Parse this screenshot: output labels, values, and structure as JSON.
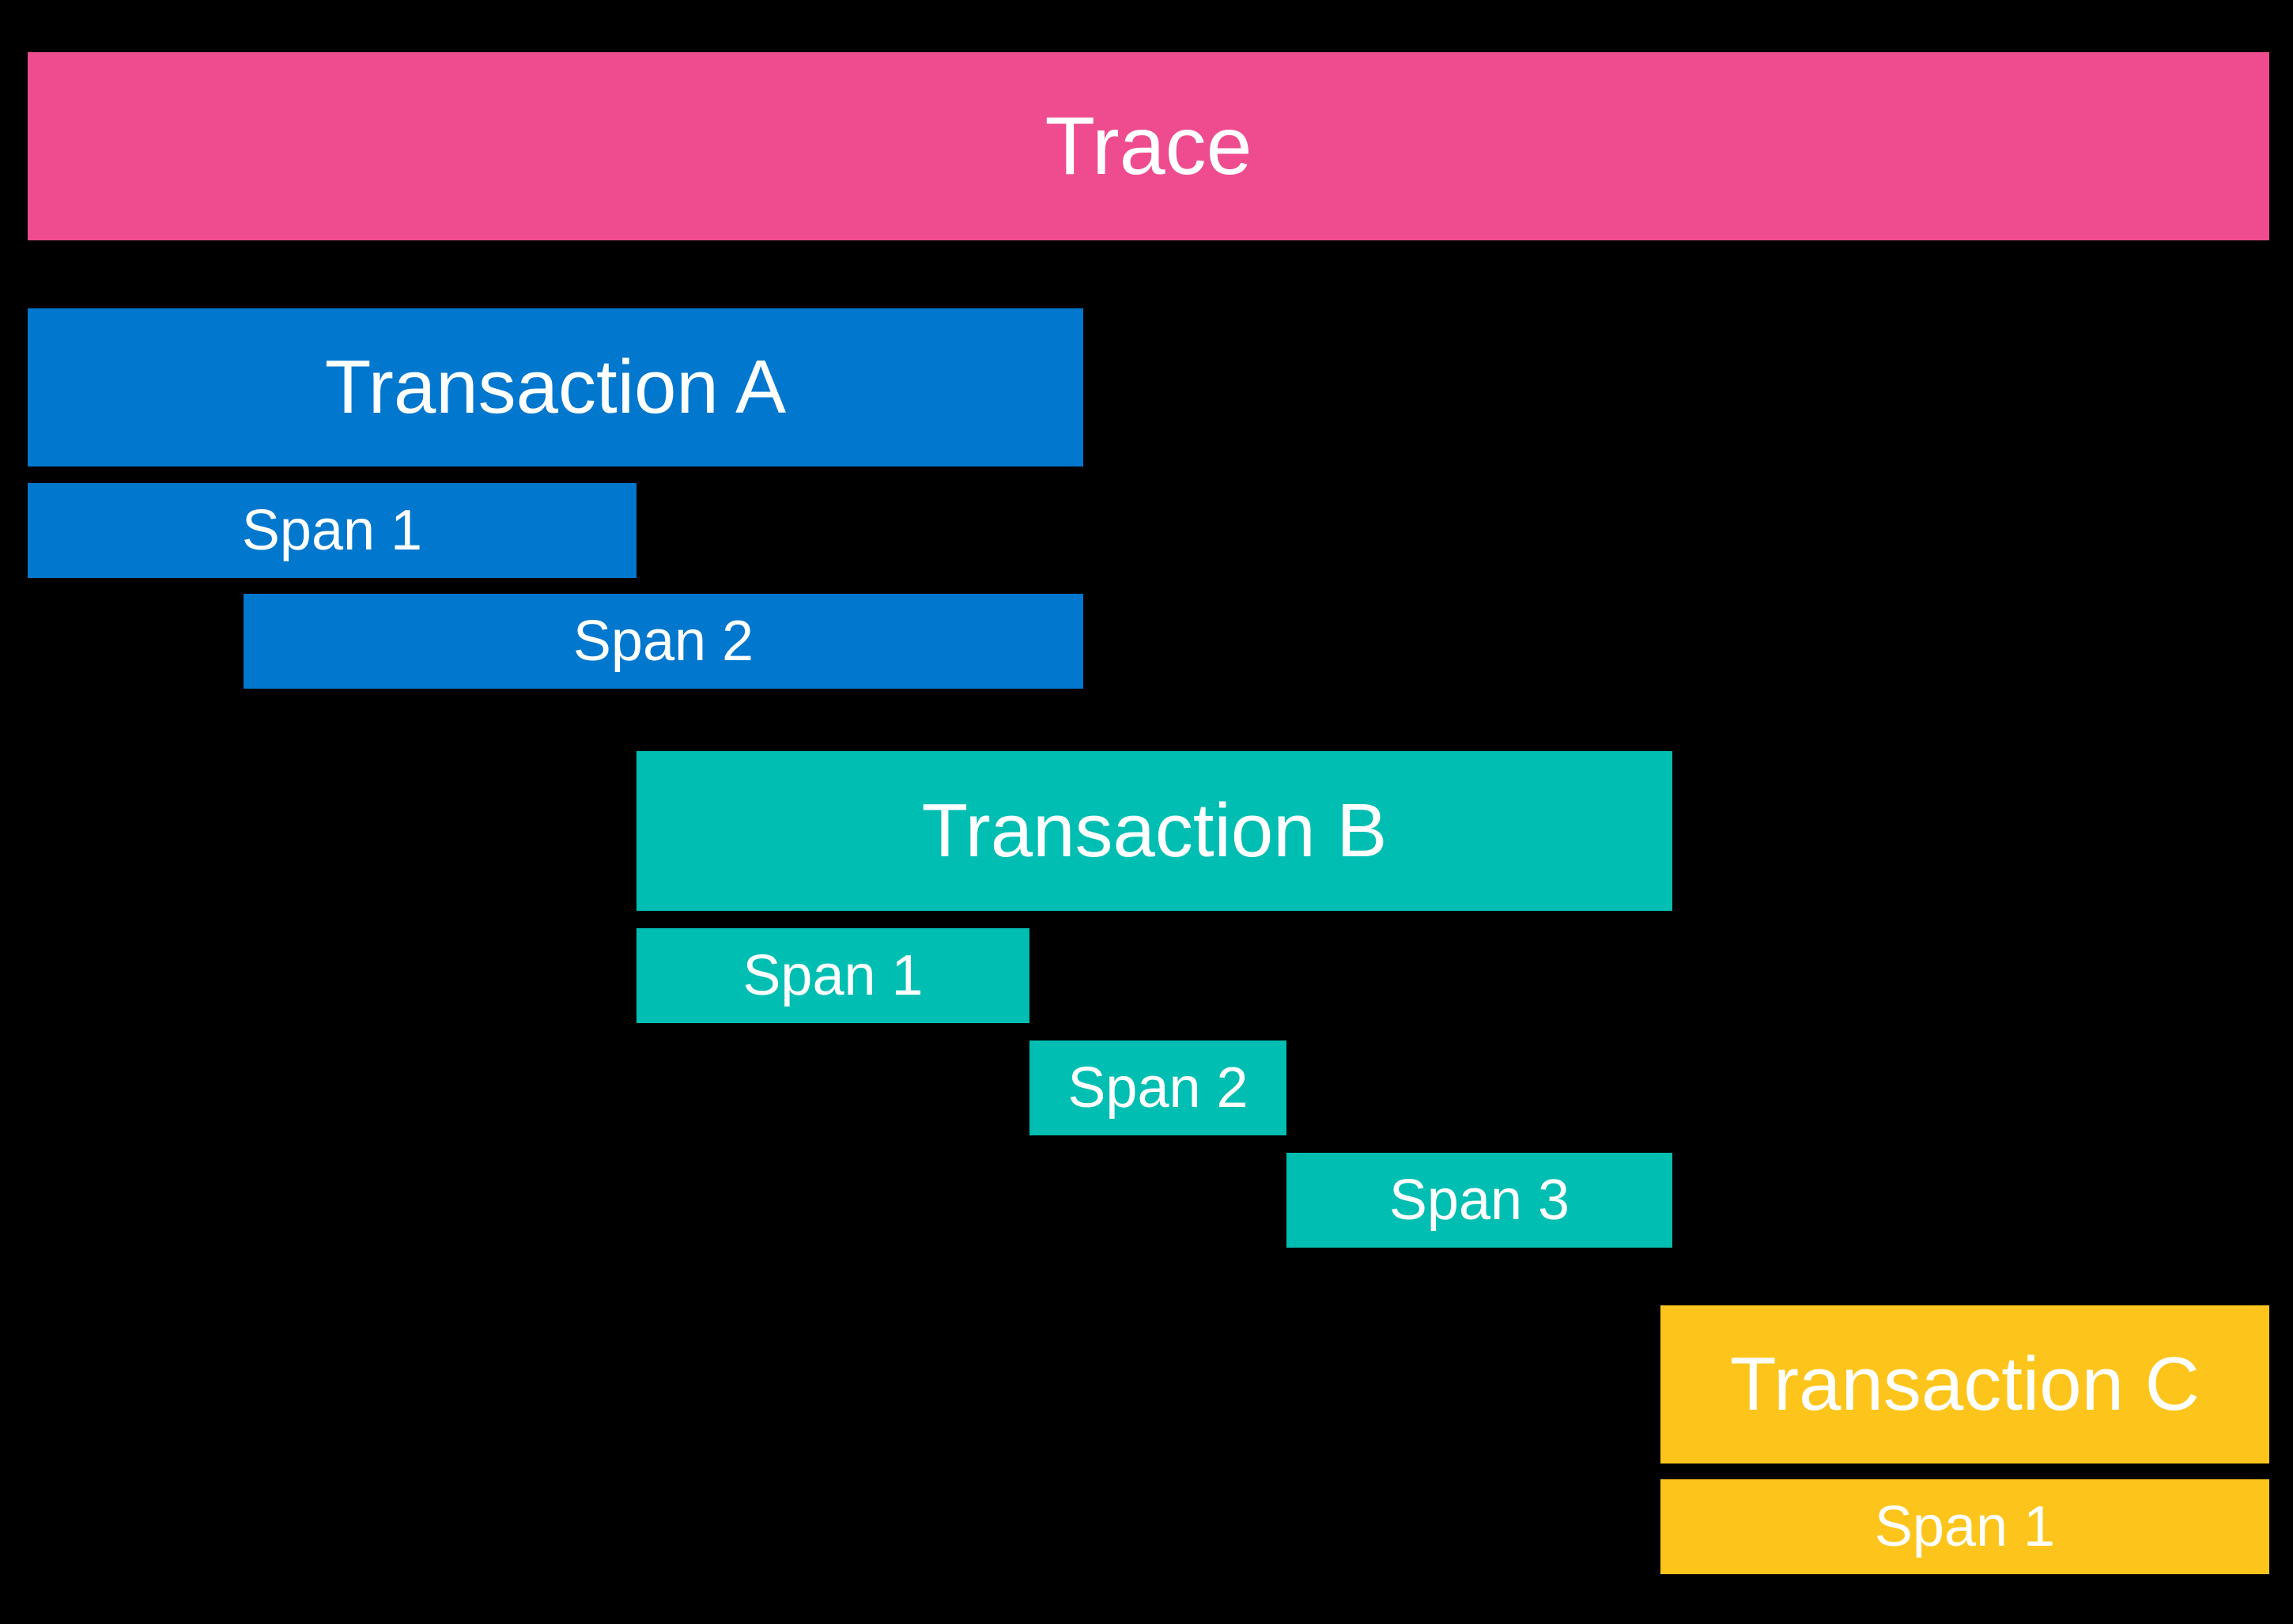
{
  "diagram": {
    "background_color": "#000000",
    "label_color": "#FFFFFF",
    "trace": {
      "label": "Trace",
      "color": "#EF4C8F"
    },
    "transactions": [
      {
        "label": "Transaction A",
        "color": "#0277CE",
        "spans": [
          {
            "label": "Span 1"
          },
          {
            "label": "Span 2"
          }
        ]
      },
      {
        "label": "Transaction B",
        "color": "#00BEB2",
        "spans": [
          {
            "label": "Span 1"
          },
          {
            "label": "Span 2"
          },
          {
            "label": "Span 3"
          }
        ]
      },
      {
        "label": "Transaction C",
        "color": "#FDC51B",
        "spans": [
          {
            "label": "Span 1"
          }
        ]
      }
    ]
  }
}
